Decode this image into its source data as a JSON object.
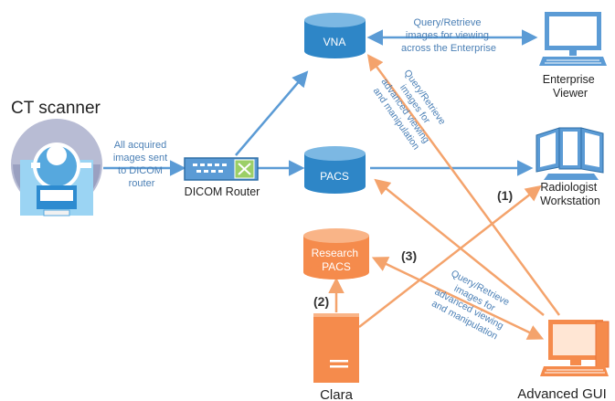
{
  "nodes": {
    "ct_scanner": "CT scanner",
    "dicom_router": "DICOM Router",
    "vna": "VNA",
    "pacs": "PACS",
    "research_pacs": [
      "Research",
      "PACS"
    ],
    "clara": "Clara",
    "enterprise_viewer": [
      "Enterprise",
      "Viewer"
    ],
    "radiologist_workstation": [
      "Radiologist",
      "Workstation"
    ],
    "advanced_gui": "Advanced GUI"
  },
  "edge_labels": {
    "acquired": [
      "All acquired",
      "images sent",
      "to DICOM",
      "router"
    ],
    "enterprise_query": [
      "Query/Retrieve",
      "images for viewing",
      "across the Enterprise"
    ],
    "vna_query": [
      "Query/Retrieve",
      "images for",
      "advanced viewing",
      "and manipulation"
    ],
    "research_query": [
      "Query/Retrieve",
      "images for",
      "advanced viewing",
      "and manipulation"
    ]
  },
  "step_labels": {
    "step1": "(1)",
    "step2": "(2)",
    "step3": "(3)"
  },
  "colors": {
    "blue": "#5b9bd5",
    "orange": "#f4a36c",
    "orange_fill": "#f58b4c",
    "text_blue": "#4a7fb5",
    "text_dark": "#222222"
  },
  "icons": {
    "ct_scanner": "ct-scanner-icon",
    "dicom_router": "router-icon",
    "enterprise_viewer": "monitor-icon",
    "radiologist_workstation": "workstation-icon",
    "advanced_gui": "computer-icon",
    "clara": "server-icon"
  }
}
